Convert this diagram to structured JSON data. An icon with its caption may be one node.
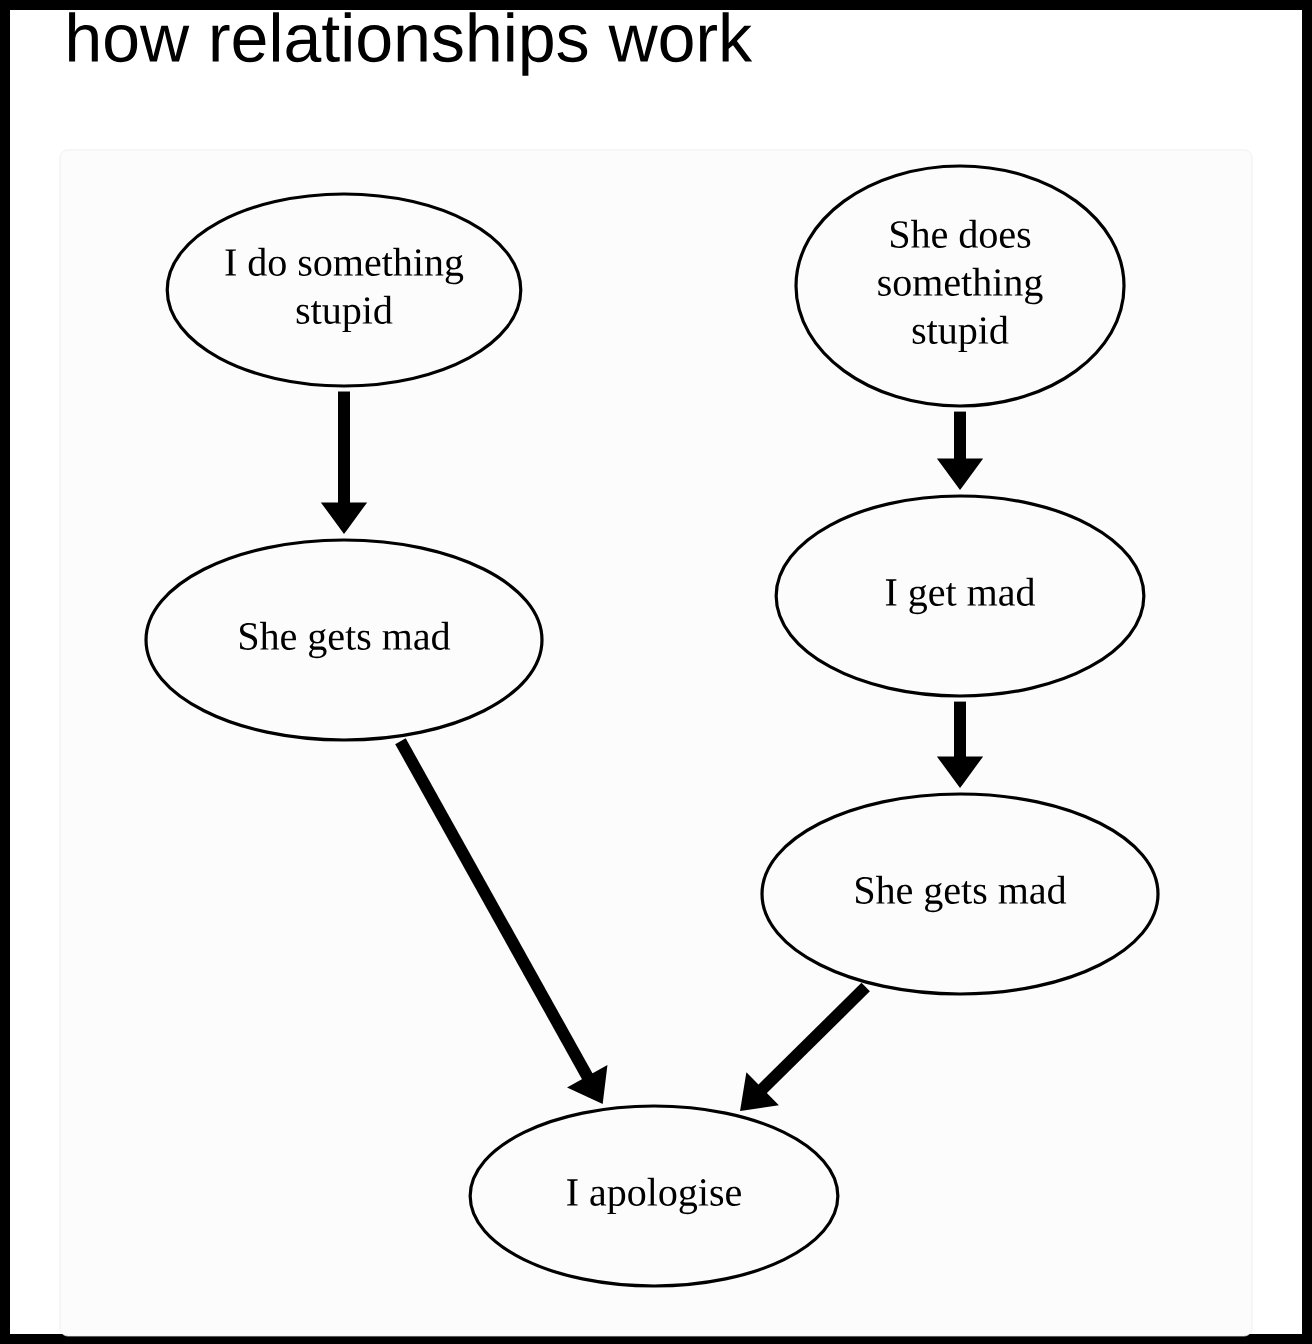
{
  "diagram": {
    "title": "how relationships work",
    "nodes": [
      {
        "text": [
          "I do something stupid"
        ]
      },
      {
        "text": [
          "She does something stupid"
        ]
      },
      {
        "text": [
          "She gets mad"
        ]
      },
      {
        "text": [
          "I get mad"
        ]
      },
      {
        "text": [
          "She gets mad"
        ]
      },
      {
        "text": [
          "I apologise"
        ]
      }
    ],
    "edges": [
      {
        "from": 0,
        "to": 2,
        "arrow": "to"
      },
      {
        "from": 1,
        "to": 3,
        "arrow": "to"
      },
      {
        "from": 3,
        "to": 4,
        "arrow": "to"
      },
      {
        "from": 2,
        "to": 5,
        "arrow": "to"
      },
      {
        "from": 4,
        "to": 5,
        "arrow": "to"
      }
    ]
  }
}
